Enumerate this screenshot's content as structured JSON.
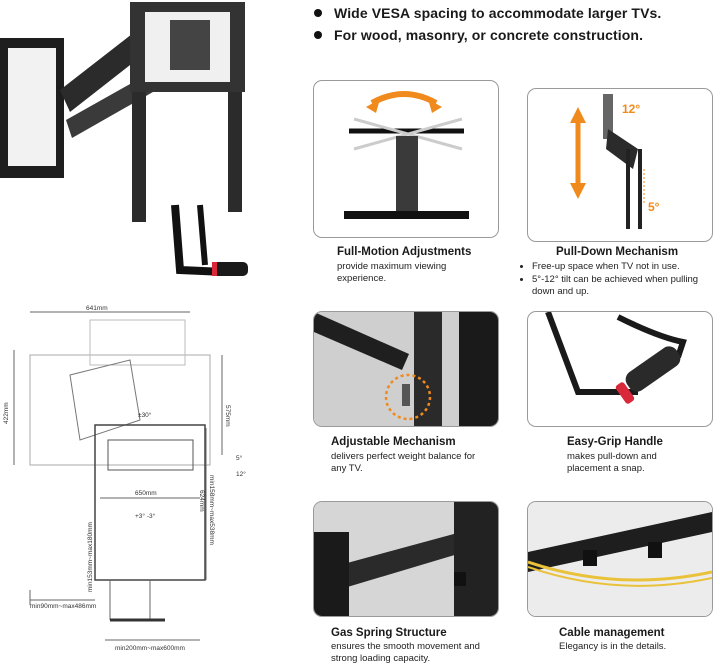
{
  "bullets": [
    "Wide VESA spacing to accommodate larger TVs.",
    "For wood, masonry, or concrete construction."
  ],
  "features": [
    {
      "title": "Full-Motion Adjustments",
      "desc": "provide maximum viewing experience."
    },
    {
      "title": "Pull-Down Mechanism",
      "items": [
        "Free-up space when TV not in use.",
        "5°-12° tilt can be achieved when pulling down and up."
      ]
    },
    {
      "title": "Adjustable Mechanism",
      "desc": "delivers perfect weight balance for any TV."
    },
    {
      "title": "Easy-Grip Handle",
      "desc": "makes pull-down and placement a snap."
    },
    {
      "title": "Gas Spring Structure",
      "desc": "ensures the smooth movement and strong loading capacity."
    },
    {
      "title": "Cable management",
      "desc": "Elegancy is in the details."
    }
  ],
  "tilt_labels": {
    "top": "12°",
    "bottom": "5°"
  },
  "dimensions": {
    "width_top": "641mm",
    "height_left": "422mm",
    "height_right": "575mm",
    "swivel": "±30°",
    "tilt_a": "5°",
    "tilt_b": "12°",
    "width_mid": "650mm",
    "vert_range": "min158mm~max538mm",
    "vert_624": "624mm",
    "rotate": "+3°  -3°",
    "depth_range": "min90mm~max486mm",
    "handle_range": "min153mm~max180mm",
    "bottom_range": "min200mm~max600mm"
  },
  "colors": {
    "accent_orange": "#f08a1c",
    "handle_red": "#d8283a",
    "metal": "#2b2b2b"
  }
}
